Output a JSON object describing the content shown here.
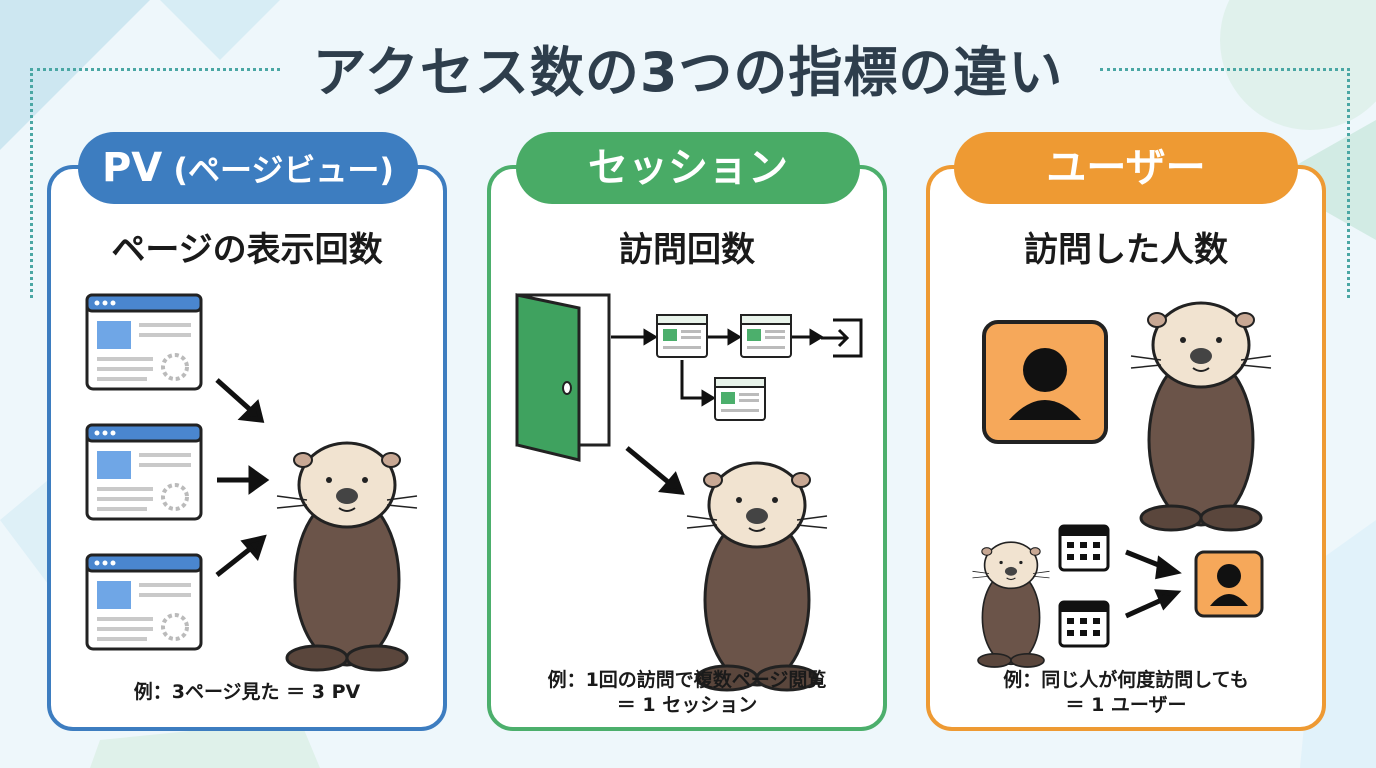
{
  "title": "アクセス数の3つの指標の違い",
  "colors": {
    "pv": "#3d7dc0",
    "session": "#49ab66",
    "user": "#ee9a33",
    "otter": "#6b5449"
  },
  "panels": [
    {
      "key": "pv",
      "label_main": "PV",
      "label_sub": " (ページビュー)",
      "heading": "ページの表示回数",
      "caption_line1": "例：3ページ見た ＝ 3 PV",
      "caption_line2": "",
      "icons": [
        "browser-window-icon",
        "arrow-icon",
        "otter-icon"
      ]
    },
    {
      "key": "session",
      "label_main": "セッション",
      "heading": "訪問回数",
      "caption_line1": "例：1回の訪問で複数ページ閲覧",
      "caption_line2": "＝ 1 セッション",
      "icons": [
        "door-icon",
        "browser-window-icon",
        "exit-icon",
        "otter-icon"
      ]
    },
    {
      "key": "user",
      "label_main": "ユーザー",
      "heading": "訪問した人数",
      "caption_line1": "例：同じ人が何度訪問しても",
      "caption_line2": "＝ 1 ユーザー",
      "icons": [
        "user-avatar-icon",
        "calendar-icon",
        "arrow-icon",
        "otter-icon"
      ]
    }
  ]
}
